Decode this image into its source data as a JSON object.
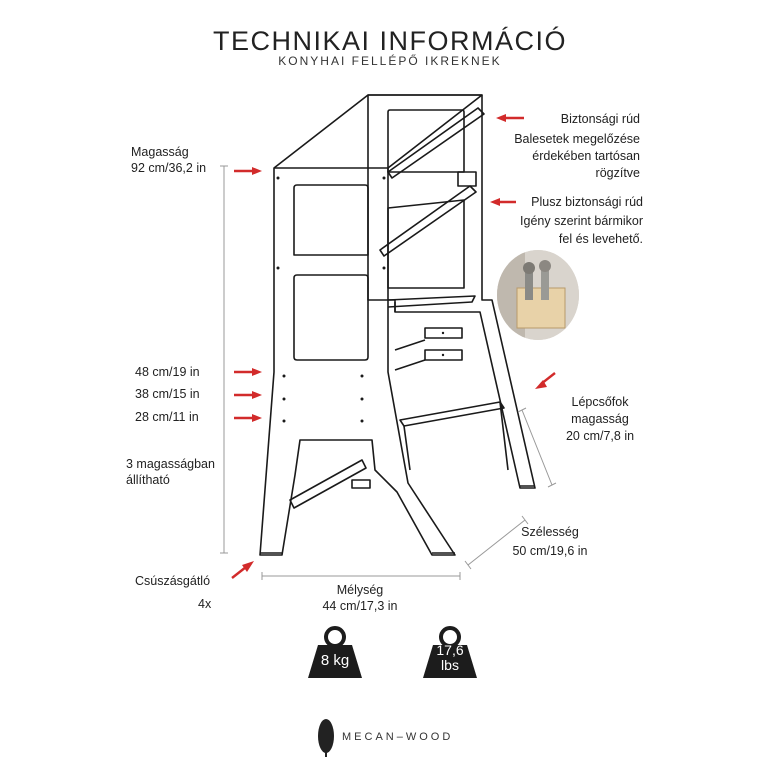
{
  "header": {
    "title": "TECHNIKAI INFORMÁCIÓ",
    "subtitle": "KONYHAI FELLÉPŐ IKREKNEK"
  },
  "labels": {
    "height_title": "Magasság",
    "height_value": "92 cm/36,2 in",
    "level_48": "48 cm/19 in",
    "level_38": "38 cm/15 in",
    "level_28": "28 cm/11 in",
    "adjust_line1": "3 magasságban",
    "adjust_line2": "állítható",
    "antislip": "Csúszásgátló",
    "antislip_count": "4x",
    "safety_bar_title": "Biztonsági rúd",
    "safety_bar_l1": "Balesetek megelőzése",
    "safety_bar_l2": "érdekében tartósan",
    "safety_bar_l3": "rögzítve",
    "plus_bar_title": "Plusz biztonsági rúd",
    "plus_bar_l1": "Igény szerint bármikor",
    "plus_bar_l2": "fel és levehető.",
    "steps_l1": "Lépcsőfok",
    "steps_l2": "magasság",
    "steps_l3": "20 cm/7,8 in",
    "width_title": "Szélesség",
    "width_value": "50 cm/19,6 in",
    "depth_title": "Mélység",
    "depth_value": "44 cm/17,3 in"
  },
  "weights": {
    "kg": "8 kg",
    "lbs_value": "17,6",
    "lbs_unit": "lbs"
  },
  "brand": {
    "name": "MECAN–WOOD"
  },
  "colors": {
    "arrow": "#d22b2b",
    "line": "#1a1a1a",
    "weight": "#1c1c1c"
  }
}
